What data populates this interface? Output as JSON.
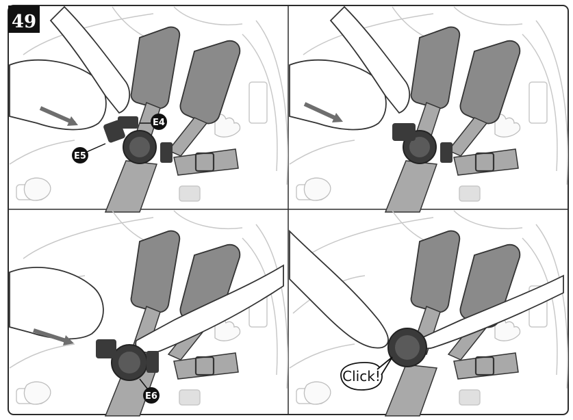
{
  "figure": {
    "step_number": "49",
    "panels": [
      {
        "id": "top-left",
        "callouts": [
          "E4",
          "E5"
        ],
        "arrow": true
      },
      {
        "id": "top-right",
        "callouts": [],
        "arrow": true
      },
      {
        "id": "bottom-left",
        "callouts": [
          "E6"
        ],
        "arrow": true
      },
      {
        "id": "bottom-right",
        "callouts": [],
        "arrow": false,
        "speech": "Click!"
      }
    ]
  },
  "colors": {
    "line": "#333333",
    "pad": "#8a8a8a",
    "strap": "#a9a9a9",
    "buckle": "#3a3a3a",
    "arrow": "#6e6e6e",
    "label_bg": "#111111"
  }
}
